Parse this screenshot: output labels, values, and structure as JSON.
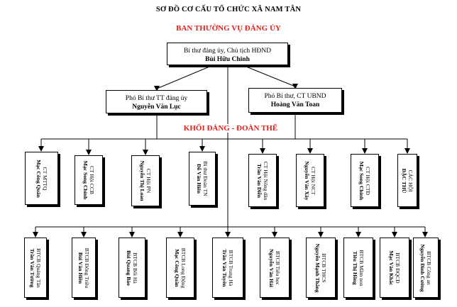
{
  "header": {
    "title": "SƠ ĐỒ CƠ CẤU TỔ CHỨC XÃ NAM TÂN",
    "subtitle": "BAN THƯỜNG VỤ ĐẢNG ỦY"
  },
  "top": {
    "role": "Bí thư đảng ủy, Chủ tịch HĐND",
    "name": "Bùi Hữu Chinh"
  },
  "deputies": [
    {
      "role": "Phó Bí thư TT đảng ủy",
      "name": "Nguyễn Văn Lục"
    },
    {
      "role": "Phó Bí thư, CT UBND",
      "name": "Hoàng Văn Toan"
    }
  ],
  "section_label": "KHỐI ĐẢNG - ĐOÀN THỂ",
  "row1": [
    {
      "role": "CT MTTQ",
      "name": "Mạc Công Quân"
    },
    {
      "role": "CT Hội CCB",
      "name": "Mạc Song Chính"
    },
    {
      "role": "CT Hội PN",
      "name": "Nguyễn Thị Loan"
    },
    {
      "role": "Bí thư Đoàn TN",
      "name": "Đỗ Văn Hiển"
    },
    {
      "role": "CT Hội Nông dân",
      "name": "Trần Văn Diễn"
    },
    {
      "role": "CT Hội NCT",
      "name": "Nguyễn Văn Xây"
    },
    {
      "role": "CT Hội CTĐ",
      "name": "Mạc Song Chính"
    },
    {
      "role": "CÁC HỘI",
      "name": "ĐẶC THÙ"
    }
  ],
  "row2": [
    {
      "role": "BTCB Quảng Tân",
      "name": "Trần Văn Tường"
    },
    {
      "role": "BTCB Đông Triều",
      "name": "Bùi Văn Hiền"
    },
    {
      "role": "BTCB Bối Hà",
      "name": "Bùi Quang Bảo"
    },
    {
      "role": "BTCB Long Động",
      "name": "Mạc Công Quân"
    },
    {
      "role": "BTCB Trung Hà",
      "name": "Trần Văn Tuyên"
    },
    {
      "role": "BTCB Tiểu học",
      "name": "Nguyễn Văn Hải"
    },
    {
      "role": "BTCB THCS",
      "name": "Nguyễn Mạnh Thắng"
    },
    {
      "role": "BTCB Mầm non",
      "name": "Tiêu Thị Hồng"
    },
    {
      "role": "BTCB ĐQCĐ",
      "name": "Mạc Văn Khắc"
    },
    {
      "role": "BTCB Công an",
      "name": "Nguyễn Đình Cường"
    }
  ]
}
